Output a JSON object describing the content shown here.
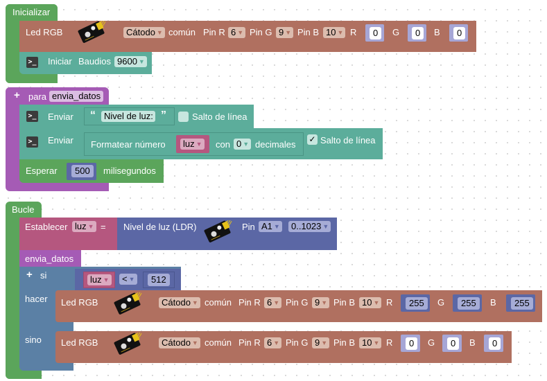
{
  "init_block": {
    "title": "Inicializar",
    "led": {
      "label": "Led RGB",
      "icon": "led-rgb-module-icon",
      "type_value": "Cátodo",
      "type_suffix": "común",
      "pin_r_label": "Pin R",
      "pin_r": "6",
      "pin_g_label": "Pin G",
      "pin_g": "9",
      "pin_b_label": "Pin B",
      "pin_b": "10",
      "r_label": "R",
      "r": "0",
      "g_label": "G",
      "g": "0",
      "b_label": "B",
      "b": "0"
    },
    "serial": {
      "icon": "terminal-icon",
      "label": "Iniciar",
      "baud_label": "Baudios",
      "baud": "9600"
    }
  },
  "function_block": {
    "plus": "+",
    "para_label": "para",
    "name": "envia_datos",
    "send1": {
      "icon": "terminal-icon",
      "label": "Enviar",
      "quote_open": "“",
      "text": "Nivel de luz:",
      "quote_close": "”",
      "newline_checked": false,
      "newline_label": "Salto de línea"
    },
    "send2": {
      "icon": "terminal-icon",
      "label": "Enviar",
      "format_label": "Formatear número",
      "var": "luz",
      "con_label": "con",
      "decimals": "0",
      "decimals_label": "decimales",
      "newline_checked": true,
      "check_mark": "✓",
      "newline_label": "Salto de línea"
    },
    "wait": {
      "label": "Esperar",
      "value": "500",
      "unit": "milisegundos"
    }
  },
  "loop_block": {
    "title": "Bucle",
    "set": {
      "label": "Establecer",
      "var": "luz",
      "eq": "=",
      "sensor_label": "Nivel de luz (LDR)",
      "sensor_icon": "ldr-module-icon",
      "pin_label": "Pin",
      "pin": "A1",
      "range": "0..1023"
    },
    "call": "envia_datos",
    "if": {
      "plus": "+",
      "si_label": "si",
      "var": "luz",
      "op": "<",
      "value": "512",
      "hacer_label": "hacer",
      "sino_label": "sino"
    },
    "led_on": {
      "label": "Led RGB",
      "type_value": "Cátodo",
      "type_suffix": "común",
      "pin_r_label": "Pin R",
      "pin_r": "6",
      "pin_g_label": "Pin G",
      "pin_g": "9",
      "pin_b_label": "Pin B",
      "pin_b": "10",
      "r_label": "R",
      "r": "255",
      "g_label": "G",
      "g": "255",
      "b_label": "B",
      "b": "255"
    },
    "led_off": {
      "label": "Led RGB",
      "type_value": "Cátodo",
      "type_suffix": "común",
      "pin_r_label": "Pin R",
      "pin_r": "6",
      "pin_g_label": "Pin G",
      "pin_g": "9",
      "pin_b_label": "Pin B",
      "pin_b": "10",
      "r_label": "R",
      "r": "0",
      "g_label": "G",
      "g": "0",
      "b_label": "B",
      "b": "0"
    }
  },
  "colors": {
    "init_green": "#5ba55b",
    "led_brown": "#b07060",
    "serial_teal": "#5cad9b",
    "procedure_purple": "#a55bb5",
    "variable_pink": "#b5577f",
    "sensor_indigo": "#5b67a5",
    "logic_blue": "#5b80a5"
  }
}
